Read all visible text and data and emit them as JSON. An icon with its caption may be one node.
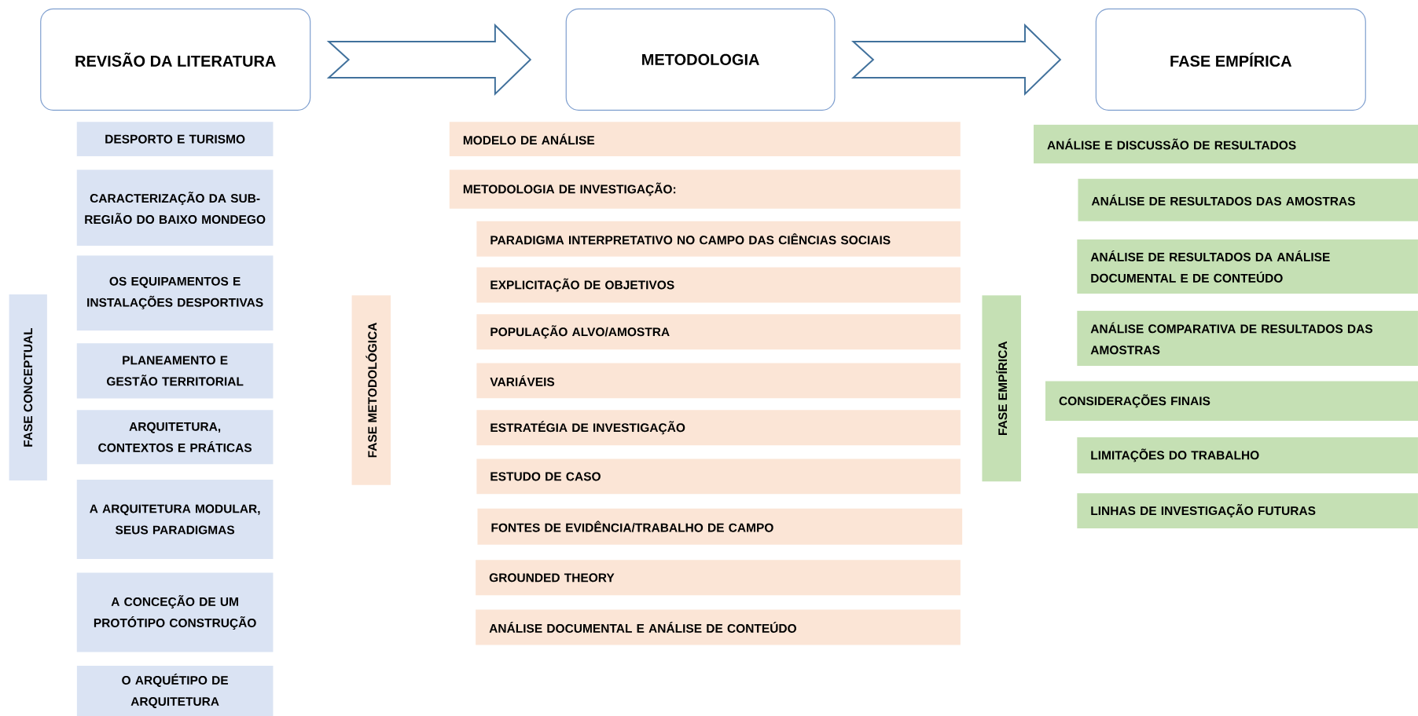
{
  "diagram": {
    "nodes": [
      {
        "text": [
          "REVISÃO DA LITERATURA"
        ]
      },
      {
        "text": [
          "METODOLOGIA"
        ]
      },
      {
        "text": [
          "FASE EMPÍRICA"
        ]
      },
      {
        "text": [
          "FASE CONCEPTUAL"
        ]
      },
      {
        "text": [
          "DESPORTO E TURISMO"
        ]
      },
      {
        "text": [
          "CARACTERIZAÇÃO DA SUB-REGIÃO DO BAIXO MONDEGO"
        ]
      },
      {
        "text": [
          "OS EQUIPAMENTOS E INSTALAÇÕES DESPORTIVAS"
        ]
      },
      {
        "text": [
          "PLANEAMENTO E GESTÃO TERRITORIAL"
        ]
      },
      {
        "text": [
          "ARQUITETURA, CONTEXTOS E PRÁTICAS"
        ]
      },
      {
        "text": [
          "A ARQUITETURA MODULAR, SEUS PARADIGMAS"
        ]
      },
      {
        "text": [
          "A CONCEÇÃO DE UM PROTÓTIPO CONSTRUÇÃO"
        ]
      },
      {
        "text": [
          "O ARQUÉTIPO DE ARQUITETURA"
        ]
      },
      {
        "text": [
          "FASE METODOLÓGICA"
        ]
      },
      {
        "text": [
          "MODELO DE ANÁLISE"
        ]
      },
      {
        "text": [
          "METODOLOGIA DE INVESTIGAÇÃO:"
        ]
      },
      {
        "text": [
          "PARADIGMA INTERPRETATIVO NO CAMPO DAS CIÊNCIAS SOCIAIS"
        ]
      },
      {
        "text": [
          "EXPLICITAÇÃO DE OBJETIVOS"
        ]
      },
      {
        "text": [
          "POPULAÇÃO ALVO/AMOSTRA"
        ]
      },
      {
        "text": [
          "VARIÁVEIS"
        ]
      },
      {
        "text": [
          "ESTRATÉGIA DE INVESTIGAÇÃO"
        ]
      },
      {
        "text": [
          "ESTUDO DE CASO"
        ]
      },
      {
        "text": [
          "FONTES DE EVIDÊNCIA/TRABALHO DE CAMPO"
        ]
      },
      {
        "text": [
          "GROUNDED THEORY"
        ]
      },
      {
        "text": [
          "ANÁLISE DOCUMENTAL E ANÁLISE DE CONTEÚDO"
        ]
      },
      {
        "text": [
          "FASE EMPÍRICA"
        ]
      },
      {
        "text": [
          "ANÁLISE E DISCUSSÃO DE RESULTADOS"
        ]
      },
      {
        "text": [
          "ANÁLISE DE RESULTADOS DAS AMOSTRAS"
        ]
      },
      {
        "text": [
          "ANÁLISE DE RESULTADOS DA ANÁLISE DOCUMENTAL E DE CONTEÚDO"
        ]
      },
      {
        "text": [
          "ANÁLISE COMPARATIVA DE RESULTADOS DAS AMOSTRAS"
        ]
      },
      {
        "text": [
          "CONSIDERAÇÕES FINAIS"
        ]
      },
      {
        "text": [
          "LIMITAÇÕES DO TRABALHO"
        ]
      },
      {
        "text": [
          "LINHAS DE INVESTIGAÇÃO FUTURAS"
        ]
      }
    ],
    "edges": [
      {
        "from": 0,
        "to": 1,
        "arrow": "to"
      },
      {
        "from": 1,
        "to": 2,
        "arrow": "to"
      }
    ]
  }
}
